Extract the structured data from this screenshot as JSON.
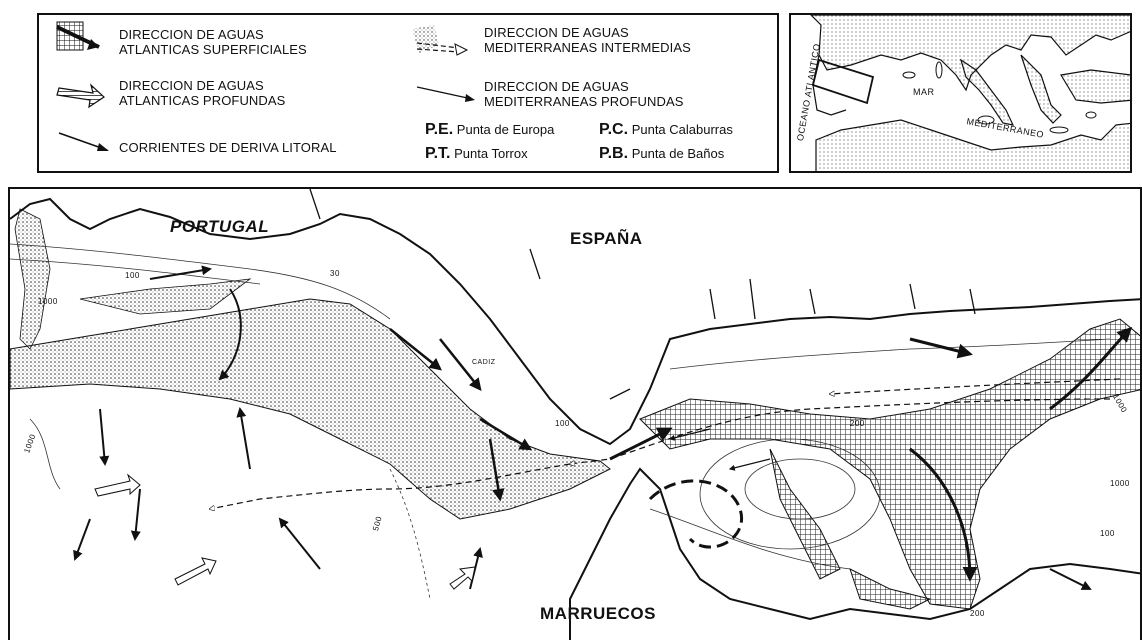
{
  "legend": {
    "atl_sup": "DIRECCION DE AGUAS\nATLANTICAS SUPERFICIALES",
    "atl_prof": "DIRECCION DE AGUAS\nATLANTICAS PROFUNDAS",
    "deriva": "CORRIENTES DE DERIVA LITORAL",
    "med_int": "DIRECCION DE AGUAS\nMEDITERRANEAS INTERMEDIAS",
    "med_prof": "DIRECCION DE AGUAS\nMEDITERRANEAS PROFUNDAS",
    "pe_code": "P.E.",
    "pe_name": "Punta de Europa",
    "pc_code": "P.C.",
    "pc_name": "Punta Calaburras",
    "pt_code": "P.T.",
    "pt_name": "Punta Torrox",
    "pb_code": "P.B.",
    "pb_name": "Punta de Baños"
  },
  "inset": {
    "ocean": "OCEANO ATLANTICO",
    "mar": "MAR",
    "mediterraneo": "MEDITERRANEO"
  },
  "map": {
    "portugal": "PORTUGAL",
    "espana": "ESPAÑA",
    "marruecos": "MARRUECOS",
    "cadiz": "CADIZ",
    "depth_labels": [
      "100",
      "30",
      "1000",
      "1000",
      "100",
      "200",
      "1000",
      "200",
      "100",
      "1000",
      "500"
    ]
  }
}
